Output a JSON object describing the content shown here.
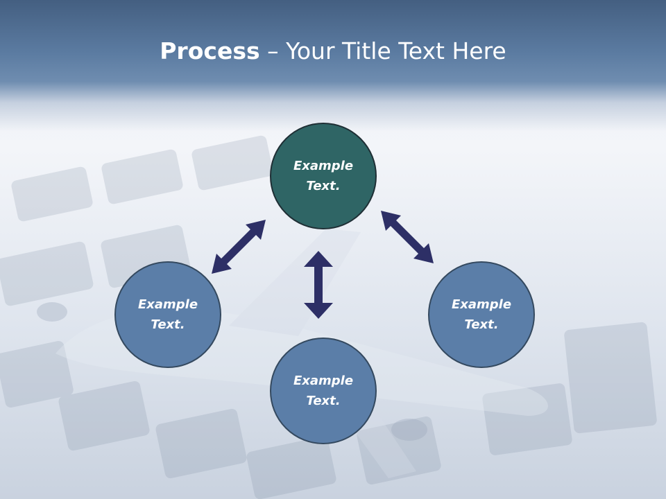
{
  "slide": {
    "title_bold": "Process",
    "title_rest": " – Your Title Text Here"
  },
  "nodes": {
    "top": {
      "line1": "Example",
      "line2": "Text."
    },
    "left": {
      "line1": "Example",
      "line2": "Text."
    },
    "right": {
      "line1": "Example",
      "line2": "Text."
    },
    "bottom": {
      "line1": "Example",
      "line2": "Text."
    }
  },
  "colors": {
    "header": "#5b7ba1",
    "top_node_fill": "#2f6565",
    "node_fill": "#5b7ea8",
    "arrow": "#2d2f66"
  },
  "icons": {
    "connectors": "double-headed-arrow"
  }
}
